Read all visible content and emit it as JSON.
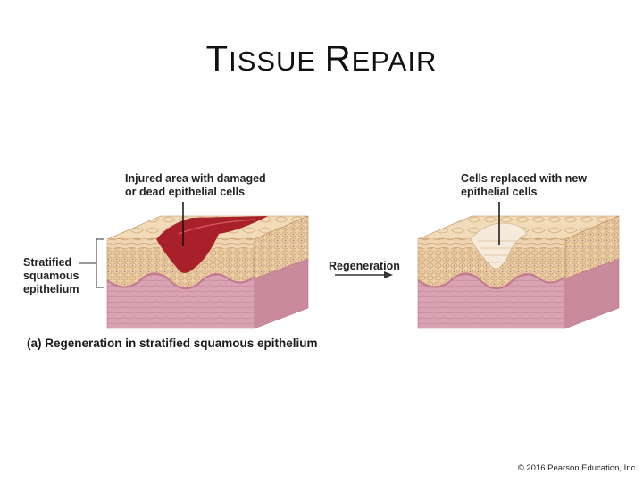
{
  "title": {
    "first_big": "T",
    "first_rest": "ISSUE ",
    "second_big": "R",
    "second_rest": "EPAIR"
  },
  "labels": {
    "injured": [
      "Injured area with damaged",
      "or dead epithelial cells"
    ],
    "replaced": [
      "Cells replaced with new",
      "epithelial cells"
    ],
    "stratified": [
      "Stratified",
      "squamous",
      "epithelium"
    ],
    "regeneration": "Regeneration"
  },
  "caption": "(a) Regeneration in stratified squamous epithelium",
  "copyright": "© 2016 Pearson Education, Inc.",
  "colors": {
    "epithelium_top": "#eccfa8",
    "epithelium_cells": "#e8c79a",
    "dermis": "#d6a0b0",
    "dermis_side": "#c98a9c",
    "wound": "#a8202a",
    "basement": "#c47890"
  }
}
